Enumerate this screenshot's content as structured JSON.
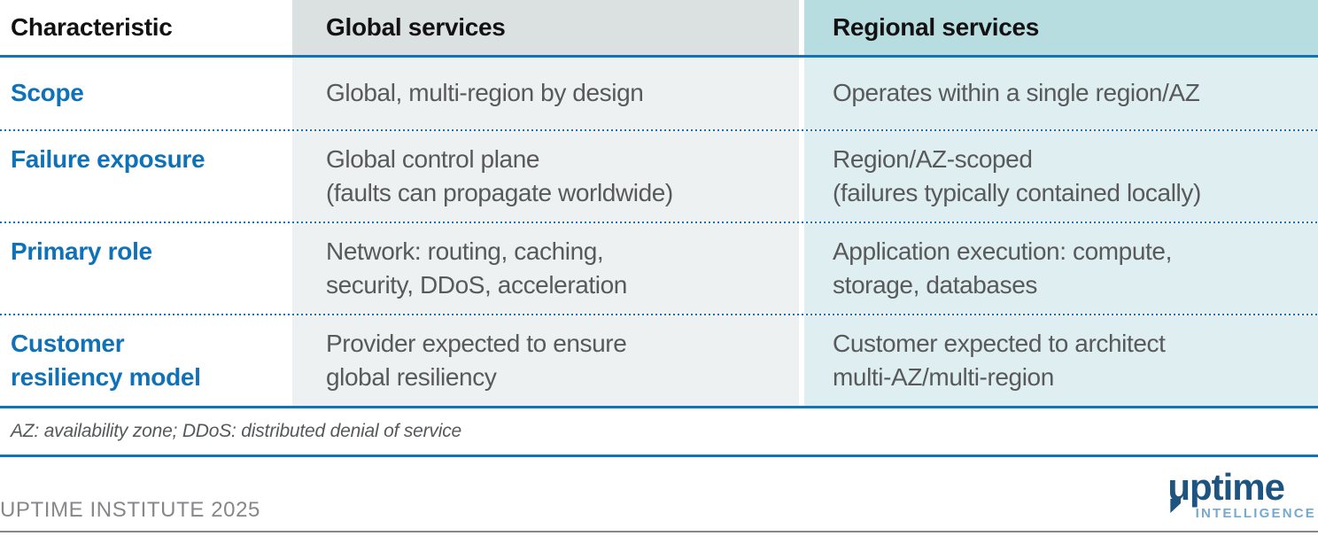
{
  "chart_data": {
    "type": "table",
    "columns": [
      "Characteristic",
      "Global services",
      "Regional services"
    ],
    "rows": [
      {
        "characteristic": "Scope",
        "global_services": "Global, multi-region by design",
        "regional_services": "Operates within a single region/AZ"
      },
      {
        "characteristic": "Failure exposure",
        "global_services": "Global control plane\n(faults can propagate worldwide)",
        "regional_services": "Region/AZ-scoped\n(failures typically contained locally)"
      },
      {
        "characteristic": "Primary role",
        "global_services": "Network: routing, caching,\nsecurity, DDoS, acceleration",
        "regional_services": "Application execution: compute,\nstorage, databases"
      },
      {
        "characteristic": "Customer\nresiliency model",
        "global_services": "Provider expected to ensure\nglobal resiliency",
        "regional_services": "Customer expected to architect\nmulti-AZ/multi-region"
      }
    ],
    "footnote": "AZ: availability zone; DDoS: distributed denial of service",
    "layout": {
      "row_separator": "blue dotted line",
      "header_separator": "blue solid line",
      "column_header_backgrounds": [
        "white",
        "gray",
        "teal"
      ]
    }
  },
  "footer": {
    "attribution": "UPTIME INSTITUTE 2025",
    "logo_primary": "uptime",
    "logo_secondary": "INTELLIGENCE"
  },
  "colors": {
    "accent_blue": "#1173b9",
    "label_blue": "#0f72b8",
    "global_header_bg": "#dbe0e0",
    "global_body_bg": "#eef1f1",
    "regional_header_bg": "#b7dde1",
    "regional_body_bg": "#dfeef1",
    "body_text": "#58595b",
    "header_text": "#121212",
    "footer_gray": "#85878a",
    "logo_navy": "#1d5480",
    "logo_light_blue": "#76a9cc"
  }
}
